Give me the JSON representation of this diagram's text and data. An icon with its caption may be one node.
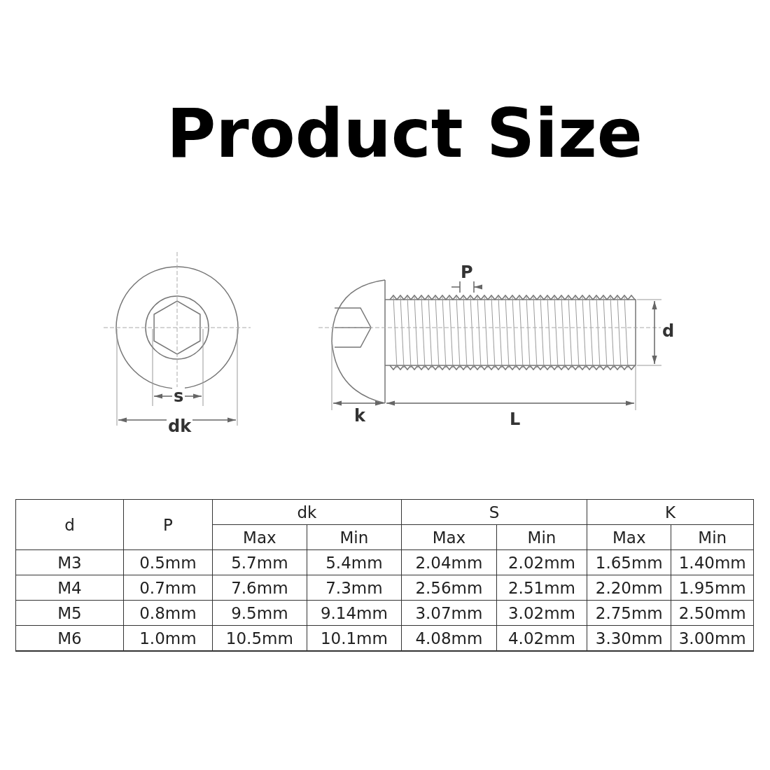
{
  "diagram": {
    "title": "Product Size",
    "labels": [
      "s",
      "dk",
      "P",
      "d",
      "k",
      "L",
      "d",
      "P",
      "dk",
      "S",
      "K",
      "Max",
      "Min",
      "Max",
      "Min",
      "Max",
      "Min",
      "M3",
      "0.5mm",
      "5.7mm",
      "5.4mm",
      "2.04mm",
      "2.02mm",
      "1.65mm",
      "1.40mm",
      "M4",
      "0.7mm",
      "7.6mm",
      "7.3mm",
      "2.56mm",
      "2.51mm",
      "2.20mm",
      "1.95mm",
      "M5",
      "0.8mm",
      "9.5mm",
      "9.14mm",
      "3.07mm",
      "3.02mm",
      "2.75mm",
      "2.50mm",
      "M6",
      "1.0mm",
      "10.5mm",
      "10.1mm",
      "4.08mm",
      "4.02mm",
      "3.30mm",
      "3.00mm"
    ]
  }
}
